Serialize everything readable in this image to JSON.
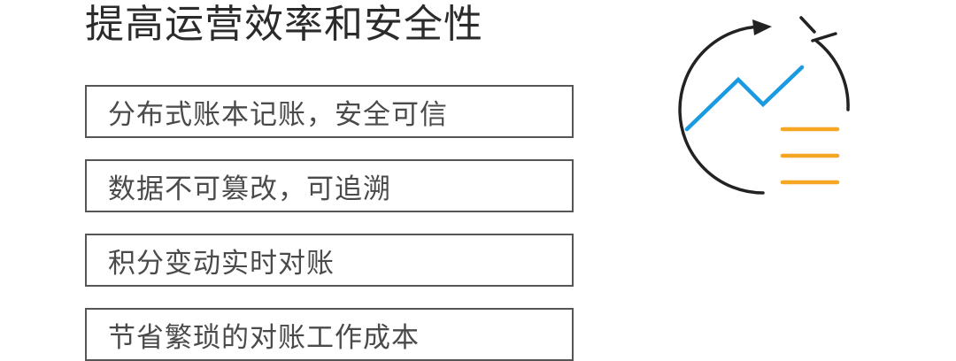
{
  "title": "提高运营效率和安全性",
  "features": [
    "分布式账本记账，安全可信",
    "数据不可篡改，可追溯",
    "积分变动实时对账",
    "节省繁琐的对账工作成本"
  ],
  "colors": {
    "text_dark": "#2b2b2b",
    "text_feature": "#4a4a4a",
    "box_border": "#555555",
    "stroke_dark": "#222222",
    "chart_line": "#1a9ae0",
    "list_lines": "#f5a623"
  },
  "illustration": {
    "icon": "efficiency-cycle-chart-icon"
  }
}
